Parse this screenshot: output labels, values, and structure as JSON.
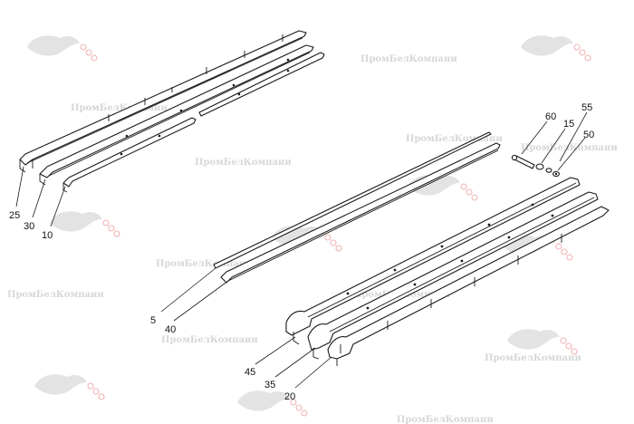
{
  "watermark": {
    "company": "ПромБелКомпани",
    "logo_icon": "lion-emblem-icon",
    "colors": {
      "text": "#d7d7d7",
      "logo": "#e3e3e3",
      "accent": "#f1b3b3"
    }
  },
  "callouts": {
    "c25": "25",
    "c30": "30",
    "c10": "10",
    "c5": "5",
    "c40": "40",
    "c45": "45",
    "c35": "35",
    "c20": "20",
    "c60": "60",
    "c15": "15",
    "c55": "55",
    "c50": "50"
  },
  "colors": {
    "line": "#1a1a1a",
    "background": "#ffffff"
  }
}
